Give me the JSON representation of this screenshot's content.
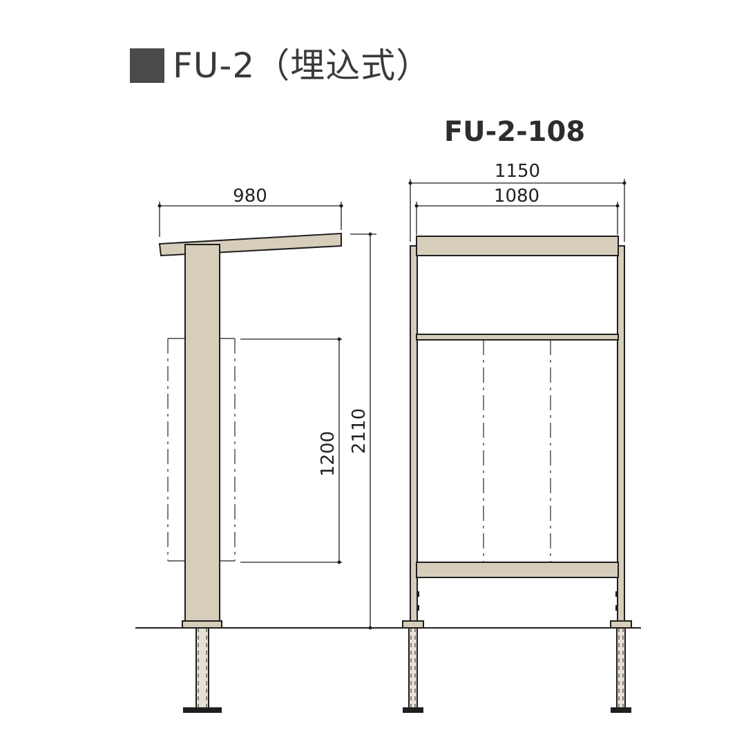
{
  "heading": "FU-2（埋込式）",
  "model": "FU-2-108",
  "dimensions": {
    "depth": "980",
    "overall_width": "1150",
    "inner_width": "1080",
    "panel_height": "1200",
    "total_height": "2110"
  },
  "colors": {
    "member_fill": "#d6cdbb",
    "line": "#1e1e1e",
    "heading_square": "#4a4a4a"
  }
}
